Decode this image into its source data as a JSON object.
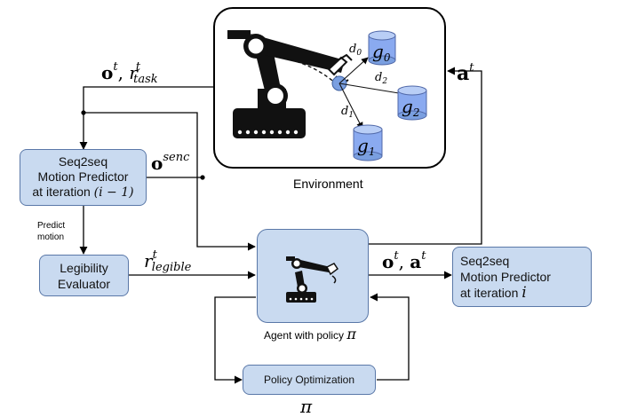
{
  "environment": {
    "label": "Environment",
    "goal_symbol": "g",
    "goal_indices": [
      "0",
      "2",
      "1"
    ],
    "distance_symbol": "d",
    "distance_indices": [
      "0",
      "2",
      "1"
    ]
  },
  "seq2seq_prev": {
    "line1": "Seq2seq",
    "line2": "Motion Predictor",
    "line3": "at iteration",
    "iteration": "(i − 1)"
  },
  "legibility_evaluator": {
    "line1": "Legibility",
    "line2": "Evaluator"
  },
  "agent": {
    "label": "Agent with policy",
    "symbol": "π"
  },
  "seq2seq_next": {
    "line1": "Seq2seq",
    "line2": "Motion Predictor",
    "line3": "at iteration",
    "iteration": "i"
  },
  "policy_optimization": {
    "label": "Policy Optimization",
    "symbol": "π"
  },
  "edges": {
    "obs_reward": {
      "o": "o",
      "o_sup": "t",
      "sep": ", ",
      "r": "r",
      "r_sup": "t",
      "r_sub": "task"
    },
    "action": {
      "a": "a",
      "a_sup": "t"
    },
    "encoding": {
      "o": "o",
      "o_sup": "senc"
    },
    "predict_motion": {
      "line1": "Predict",
      "line2": "motion"
    },
    "legible_reward": {
      "r": "r",
      "r_sup": "t",
      "r_sub": "legible"
    },
    "obs_action": {
      "o": "o",
      "o_sup": "t",
      "sep": ", ",
      "a": "a",
      "a_sup": "t"
    }
  },
  "colors": {
    "box_fill": "#c9daf0",
    "box_border": "#5a78a8",
    "goal_fill": "#7a9fe0",
    "line": "#000000"
  }
}
